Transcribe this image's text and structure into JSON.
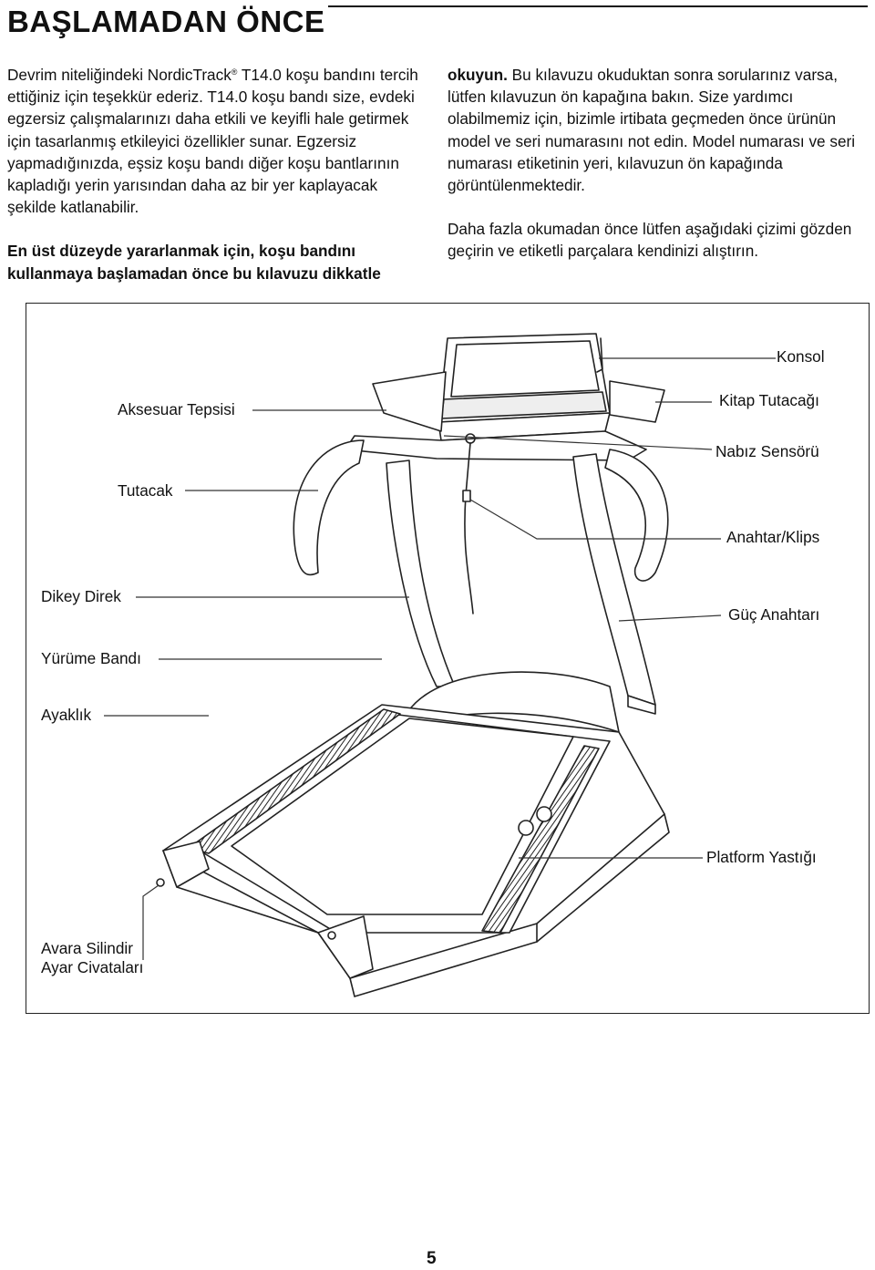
{
  "heading": "BAŞLAMADAN ÖNCE",
  "intro": {
    "part1": "Devrim niteliğindeki NordicTrack",
    "registered": "®",
    "part2": " T14.0 koşu bandını tercih ettiğiniz için teşekkür ederiz. T14.0 koşu bandı size, evdeki egzersiz çalışmalarınızı daha etkili ve keyifli hale getirmek için tasarlanmış etkileyici özellikler sunar. Egzersiz yapmadığınızda, eşsiz koşu bandı diğer koşu bantlarının kapladığı yerin yarısından daha az bir yer kaplayacak şekilde katlanabilir."
  },
  "emphasis_left": "En üst düzeyde yararlanmak için, koşu bandını kullanmaya başlamadan önce bu kılavuzu dikkatle",
  "emphasis_right": "okuyun.",
  "manual_text": " Bu kılavuzu okuduktan sonra sorularınız varsa, lütfen kılavuzun ön kapağına bakın. Size yardımcı olabilmemiz için, bizimle irtibata geçmeden önce ürünün model ve seri numarasını not edin. Model numarası ve seri numarası etiketinin yeri, kılavuzun ön kapağında görüntülenmektedir.",
  "diagram_intro": "Daha fazla okumadan önce lütfen aşağıdaki çizimi gözden geçirin ve etiketli parçalara kendinizi alıştırın.",
  "labels": {
    "konsol": "Konsol",
    "aksesuar": "Aksesuar Tepsisi",
    "kitap": "Kitap Tutacağı",
    "nabiz": "Nabız Sensörü",
    "tutacak": "Tutacak",
    "anahtar": "Anahtar/Klips",
    "dikey": "Dikey Direk",
    "guc": "Güç Anahtarı",
    "yurume": "Yürüme Bandı",
    "ayaklik": "Ayaklık",
    "platform": "Platform Yastığı",
    "avara_1": "Avara Silindir",
    "avara_2": "Ayar Civataları"
  },
  "page_number": "5"
}
